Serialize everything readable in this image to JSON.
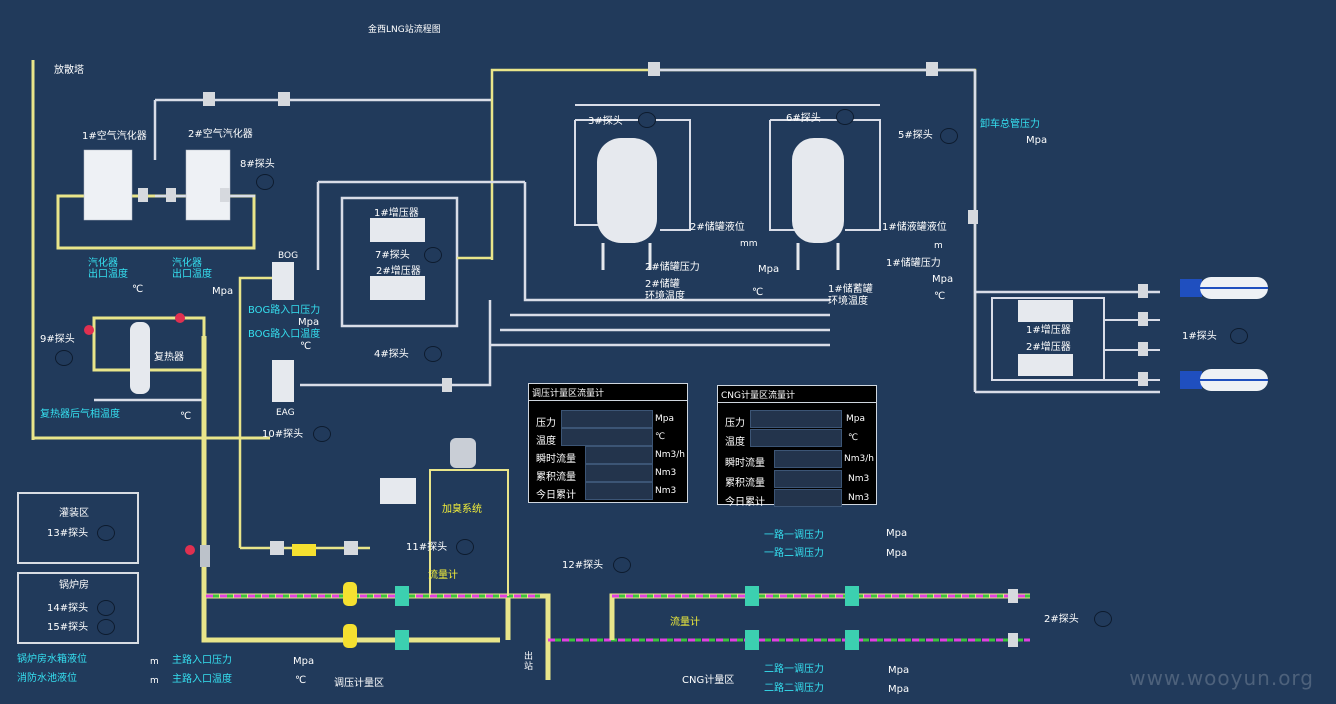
{
  "title": "金西LNG站流程图",
  "labels": {
    "vent_tower": "放散塔",
    "vaporizer1": "1#空气汽化器",
    "vaporizer2": "2#空气汽化器",
    "vaporizer_outlet_temp_a": "汽化器\n出口温度",
    "vaporizer_outlet_temp_b": "汽化器\n出口温度",
    "unit_c_1": "℃",
    "unit_mpa_1": "Mpa",
    "probe8": "8#探头",
    "bog": "BOG",
    "bog_inlet_pressure": "BOG路入口压力",
    "bog_inlet_temp": "BOG路入口温度",
    "unit_mpa_bog": "Mpa",
    "unit_c_bog": "℃",
    "booster1": "1#增压器",
    "booster2": "2#增压器",
    "probe7": "7#探头",
    "probe3": "3#探头",
    "probe6": "6#探头",
    "probe5": "5#探头",
    "probe4": "4#探头",
    "tank2_level": "2#储罐液位",
    "tank2_level_unit": "mm",
    "tank2_pressure": "2#储罐压力",
    "tank2_pressure_unit": "Mpa",
    "tank2_env_temp": "2#储罐\n环境温度",
    "tank2_env_temp_unit": "℃",
    "tank1_level": "1#储液罐液位",
    "tank1_level_unit": "m",
    "tank1_pressure": "1#储罐压力",
    "tank1_pressure_unit": "Mpa",
    "tank1_env_temp": "1#储蓄罐\n环境温度",
    "tank1_env_temp_unit": "℃",
    "unload_pressure": "卸车总管压力",
    "unload_pressure_unit": "Mpa",
    "unload_booster1": "1#增压器",
    "unload_booster2": "2#增压器",
    "probe1": "1#探头",
    "probe9": "9#探头",
    "reheater": "复热器",
    "reheater_gas_temp": "复热器后气相温度",
    "reheater_temp_unit": "℃",
    "eag": "EAG",
    "probe10": "10#探头",
    "odor_system": "加臭系统",
    "probe11": "11#探头",
    "probe12": "12#探头",
    "probe2": "2#探头",
    "flowmeter_a": "流量计",
    "flowmeter_b": "流量计",
    "filling_area": "灌装区",
    "probe13": "13#探头",
    "boiler_room": "锅炉房",
    "probe14": "14#探头",
    "probe15": "15#探头",
    "boiler_tank_level": "锅炉房水箱液位",
    "fire_pool_level": "消防水池液位",
    "unit_m_a": "m",
    "unit_m_b": "m",
    "main_inlet_pressure": "主路入口压力",
    "main_inlet_temp": "主路入口温度",
    "main_inlet_pressure_unit": "Mpa",
    "main_inlet_temp_unit": "℃",
    "reg_metering_area": "调压计量区",
    "outlet": "出站",
    "cng_metering_area": "CNG计量区",
    "line1_reg1": "一路一调压力",
    "line1_reg2": "一路二调压力",
    "line2_reg1": "二路一调压力",
    "line2_reg2": "二路二调压力",
    "mpa_l11": "Mpa",
    "mpa_l12": "Mpa",
    "mpa_l21": "Mpa",
    "mpa_l22": "Mpa",
    "watermark": "www.wooyun.org"
  },
  "panel_reg": {
    "title": "调压计量区流量计",
    "rows": [
      {
        "label": "压力",
        "unit": "Mpa"
      },
      {
        "label": "温度",
        "unit": "℃"
      },
      {
        "label": "瞬时流量",
        "unit": "Nm3/h"
      },
      {
        "label": "累积流量",
        "unit": "Nm3"
      },
      {
        "label": "今日累计",
        "unit": "Nm3"
      }
    ]
  },
  "panel_cng": {
    "title": "CNG计量区流量计",
    "rows": [
      {
        "label": "压力",
        "unit": "Mpa"
      },
      {
        "label": "温度",
        "unit": "℃"
      },
      {
        "label": "瞬时流量",
        "unit": "Nm3/h"
      },
      {
        "label": "累积流量",
        "unit": "Nm3"
      },
      {
        "label": "今日累计",
        "unit": "Nm3"
      }
    ]
  },
  "colors": {
    "background": "#213a5b",
    "pipe_white": "#d9dde8",
    "pipe_yellow": "#e9e58a",
    "flow_green": "#3cc43c",
    "flow_magenta": "#e040e0",
    "cyan_text": "#35e0f0",
    "yellow_text": "#f3ef3a"
  }
}
